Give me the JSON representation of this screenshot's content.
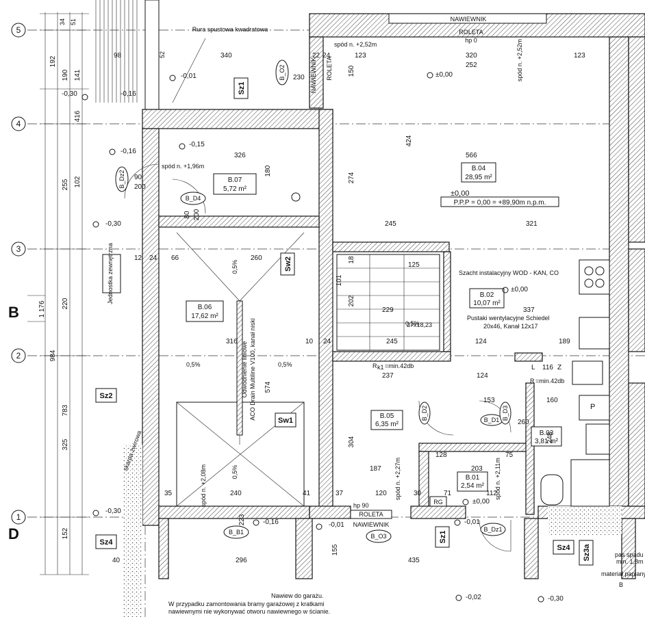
{
  "axes": {
    "rows": [
      "5",
      "4",
      "3",
      "2",
      "1"
    ],
    "sections": [
      "B",
      "D"
    ]
  },
  "left_dims": {
    "outer": [
      "1 176",
      "984"
    ],
    "mid": [
      "192",
      "255",
      "220",
      "783",
      "152"
    ],
    "inner": [
      "190",
      "141",
      "416",
      "102",
      "325"
    ],
    "top_small": [
      "34",
      "51",
      "52"
    ]
  },
  "labels": {
    "rura": "Rura spustowa kwadratowa",
    "nawiewnik_top": "NAWIEWNIK",
    "roleta_top": "ROLETA",
    "hp_top": "hp 0",
    "nawiewnik_v": "NAWIEWNIK",
    "roleta_v": "ROLETA",
    "spod_252": "spód n. +2,52m",
    "spod_252_v": "spód n. +2,52m",
    "spod_196": "spód n. +1,96m",
    "jednostka": "Jednostka zewnętrzna",
    "szacht": "Szacht instalacyjny WOD - KAN, CO",
    "pustaki": "Pustaki wentylacyjne Schiedel",
    "pustaki2": "20x46, Kanał 12x17",
    "ppp": "P.P.P = 0,00 = +89,90m n.p.m.",
    "zero": "±0,00",
    "odwodnienie": "Odwodnienie liniowe",
    "aco": "ACO Drain Multiline V100, kanał niski",
    "nawiew_garaz": "Nawiew do garażu.",
    "nawiew_garaz2": "W przypadku zamontowania bramy garażowej z kratkami",
    "nawiew_garaz3": "nawiewnymi nie wykonywać otworu nawiewnego w ścianie.",
    "roleta_bot": "ROLETA",
    "nawiewnik_bot": "NAWIEWNIK",
    "hp_bot": "hp 90",
    "pas": "pas spadu",
    "pas2": "min. 1,8m",
    "pas3": "materiał papiany",
    "skarpa": "skarpa żwirowa",
    "rk": "R",
    "rk_sub": "k1",
    "rk_val": "=min.42db",
    "rk2": "R",
    "rk2_val": "=min.42db",
    "rg": "RG",
    "p": "P",
    "l": "L",
    "z": "Z",
    "tag_B": "B",
    "tag_D": "D"
  },
  "rooms": [
    {
      "id": "B.07",
      "area": "5,72 m²"
    },
    {
      "id": "B.04",
      "area": "28,95 m²"
    },
    {
      "id": "B.06",
      "area": "17,62 m²"
    },
    {
      "id": "B.02",
      "area": "10,07 m²"
    },
    {
      "id": "B.05",
      "area": "6,35 m²"
    },
    {
      "id": "B.03",
      "area": "3,81 m²"
    },
    {
      "id": "B.01",
      "area": "2,54 m²"
    }
  ],
  "tags": {
    "sz1_top": "Sz1",
    "sz2": "Sz2",
    "sz4_left": "Sz4",
    "sz1_bot": "Sz1",
    "sz4_right": "Sz4",
    "sz3a": "Sz3a",
    "sw1": "Sw1",
    "sw2": "Sw2",
    "b_o2": "B_O2",
    "b_o3": "B_O3",
    "b_b1": "B_B1",
    "b_d4": "B_D4",
    "b_dz2": "B_Dz2",
    "b_dz1": "B_Dz1",
    "b_d1": "B_D1",
    "b_d2": "B_D2",
    "b_d3": "B_D3"
  },
  "levels": [
    "-0,01",
    "-0,16",
    "-0,30",
    "-0,16",
    "-0,15",
    "-0,30",
    "-0,30",
    "-0,16",
    "-0,01",
    "-0,01",
    "-0,02",
    "-0,30",
    "±0,00",
    "±0,00",
    "±0,00"
  ],
  "dims": {
    "d340": "340",
    "d98": "98",
    "d123a": "123",
    "d320": "320",
    "d123b": "123",
    "d252": "252",
    "d22": "22",
    "d24a": "24",
    "d326": "326",
    "d566": "566",
    "d424": "424",
    "d274": "274",
    "d180": "180",
    "d245a": "245",
    "d321": "321",
    "d150": "150",
    "d230": "230",
    "d90a": "90",
    "d200a": "200",
    "d80a": "80",
    "d200b": "200",
    "d66": "66",
    "d260": "260",
    "d12a": "12",
    "d24b": "24",
    "d316": "316",
    "d10": "10",
    "d24c": "24",
    "d245b": "245",
    "d124a": "124",
    "d189": "189",
    "d337": "337",
    "d229": "229",
    "d202": "202",
    "d101": "101",
    "d125": "125",
    "d18": "18",
    "d237": "237",
    "d124b": "124",
    "d153": "153",
    "d160": "160",
    "d128": "128",
    "d75": "75",
    "d203": "203",
    "d187": "187",
    "d304": "304",
    "d574": "574",
    "d120a": "120",
    "d30": "30",
    "d71": "71",
    "d112": "112",
    "d240": "240",
    "d41": "41",
    "d37": "37",
    "d35": "35",
    "d40": "40",
    "d296": "296",
    "d435": "435",
    "d155": "155",
    "d116": "116",
    "d248": "248",
    "d223": "223",
    "d260b": "260",
    "d05a": "0,5%",
    "d05b": "0,5%",
    "d05c": "0,5%",
    "d05d": "0,5%",
    "d05e": "0,5%",
    "d208": "spód n. +2,08m",
    "d227": "spód n. +2,27m",
    "d211": "spód n. +2,11m",
    "d227b": "27x18,23"
  }
}
